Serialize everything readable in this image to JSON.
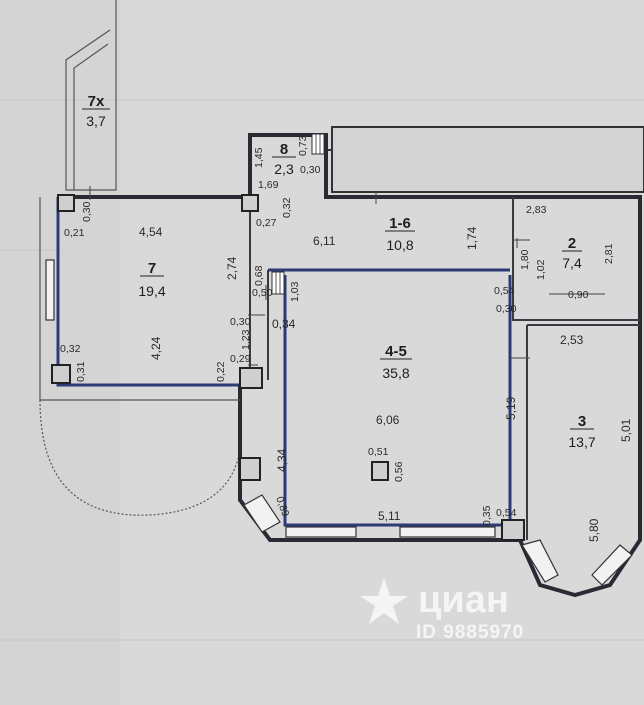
{
  "rooms": [
    {
      "id": "r7x",
      "number": "7х",
      "area": "3,7"
    },
    {
      "id": "r8",
      "number": "8",
      "area": "2,3"
    },
    {
      "id": "r7",
      "number": "7",
      "area": "19,4"
    },
    {
      "id": "r16",
      "number": "1-6",
      "area": "10,8"
    },
    {
      "id": "r2",
      "number": "2",
      "area": "7,4"
    },
    {
      "id": "r45",
      "number": "4-5",
      "area": "35,8"
    },
    {
      "id": "r3",
      "number": "3",
      "area": "13,7"
    }
  ],
  "dimensions": {
    "d145": "1,45",
    "d073": "0,73",
    "d030a": "0,30",
    "d169": "1,69",
    "d032a": "0,32",
    "d030b": "0,30",
    "d021": "0,21",
    "d454": "4,54",
    "d027": "0,27",
    "d611": "6,11",
    "d174": "1,74",
    "d283": "2,83",
    "d274": "2,74",
    "d068": "0,68",
    "d050": "0,50",
    "d103": "1,03",
    "d180": "1,80",
    "d102": "1,02",
    "d281": "2,81",
    "d054a": "0,54",
    "d030c": "0,30",
    "d090": "0,90",
    "d424": "4,24",
    "d030d": "0,30",
    "d123": "1,23",
    "d034": "0,34",
    "d032b": "0,32",
    "d031": "0,31",
    "d022": "0,22",
    "d029": "0,29",
    "d253": "2,53",
    "d519": "5,19",
    "d606": "6,06",
    "d501": "5,01",
    "d434": "4,34",
    "d051": "0,51",
    "d056": "0,56",
    "d089": "0,89",
    "d511": "5,11",
    "d035": "0,35",
    "d054b": "0,54",
    "d580": "5,80"
  },
  "watermark": {
    "logo": "циан",
    "id": "ID 9885970"
  }
}
